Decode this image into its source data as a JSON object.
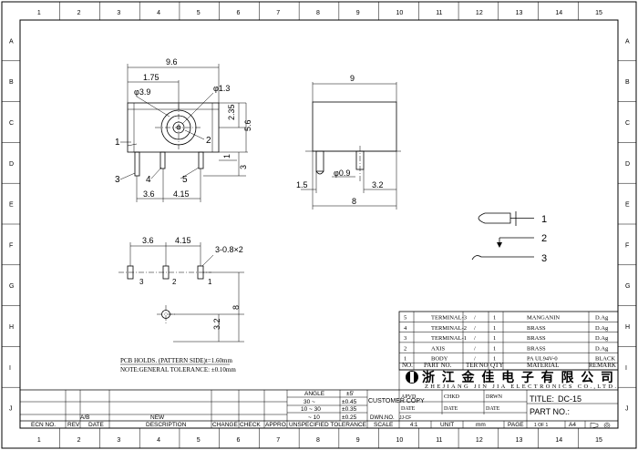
{
  "grid": {
    "cols": [
      "1",
      "2",
      "3",
      "4",
      "5",
      "6",
      "7",
      "8",
      "9",
      "10",
      "11",
      "12",
      "13",
      "14",
      "15"
    ],
    "rows": [
      "A",
      "B",
      "C",
      "D",
      "E",
      "F",
      "G",
      "H",
      "I",
      "J"
    ]
  },
  "front_view": {
    "dim_width": "9.6",
    "dim_offset": "1.75",
    "dia_body": "φ3.9",
    "dia_pin": "φ1.3",
    "dim_v1": "2.35",
    "dim_v2": "5.6",
    "dim_v3": "1",
    "dim_v4": "3",
    "dim_b1": "3.6",
    "dim_b2": "4.15",
    "call_1": "1",
    "call_2": "2",
    "call_3": "3",
    "call_4": "4",
    "call_5": "5"
  },
  "side_view": {
    "dim_top": "9",
    "dim_pin_dia": "φ0.9",
    "dim_left": "1.5",
    "dim_right": "3.2",
    "dim_bottom": "8"
  },
  "schematic": {
    "n1": "1",
    "n2": "2",
    "n3": "3"
  },
  "pcb": {
    "dim_a": "3.6",
    "dim_b": "4.15",
    "holes": "3-0.8×2",
    "dim_v": "8",
    "dim_v2": "3.2",
    "lbl_3": "3",
    "lbl_2": "2",
    "lbl_1": "1",
    "note1": "PCB HOLDS. (PATTERN SIDE)t=1.60mm",
    "note2": "NOTE:GENERAL TOLERANCE: ±0.10mm"
  },
  "bom": {
    "rows": [
      {
        "no": "5",
        "part": "TERMINAL-3",
        "ter": "/",
        "qty": "1",
        "material": "MANGANIN",
        "remark": "D.Ag"
      },
      {
        "no": "4",
        "part": "TERMINAL-2",
        "ter": "/",
        "qty": "1",
        "material": "BRASS",
        "remark": "D.Ag"
      },
      {
        "no": "3",
        "part": "TERMINAL-1",
        "ter": "/",
        "qty": "1",
        "material": "BRASS",
        "remark": "D.Ag"
      },
      {
        "no": "2",
        "part": "AXIS",
        "ter": "/",
        "qty": "1",
        "material": "BRASS",
        "remark": "D.Ag"
      },
      {
        "no": "1",
        "part": "BODY",
        "ter": "/",
        "qty": "1",
        "material": "PA UL94V-0",
        "remark": "BLACK"
      }
    ],
    "header": {
      "no": "NO.",
      "part": "PART NO.",
      "ter": "TER'NO",
      "qty": "QTY",
      "material": "MATERIAL",
      "remark": "REMARK"
    }
  },
  "company": {
    "name_cn": "浙江金佳电子有限公司",
    "name_en": "ZHEJIANG JIN JIA ELECTRONICS CO.,LTD."
  },
  "title_block": {
    "title_label": "TITLE:",
    "title_value": "DC-15",
    "partno_label": "PART NO.:",
    "apvd": "APVD",
    "chkd": "CHKD",
    "drwn": "DRWN",
    "date": "DATE",
    "customer_copy": "CUSTOMER COPY",
    "dwn_no": "DWN.NO.",
    "dwn_val": "JJ-CF",
    "scale": "SCALE",
    "scale_val": "4:1",
    "unit": "UNIT",
    "unit_val": "mm",
    "page": "PAGE",
    "page_val": "1 OF 1",
    "size": "A4"
  },
  "tolerance": {
    "angle": "ANGLE",
    "angle_tol": "±5'",
    "r1": "30 ~",
    "r1_tol": "±0.45",
    "r2": "10 ~ 30",
    "r2_tol": "±0.35",
    "r3": "~ 10",
    "r3_tol": "±0.25",
    "label": "UNSPECIFIED TOLERANCE"
  },
  "revision": {
    "ecn": "ECN NO.",
    "rev": "REV",
    "date": "DATE",
    "desc": "DESCRIPTION",
    "change": "CHANGE",
    "check": "CHECK",
    "appro": "APPRO.",
    "ab": "A/B",
    "new": "NEW"
  }
}
